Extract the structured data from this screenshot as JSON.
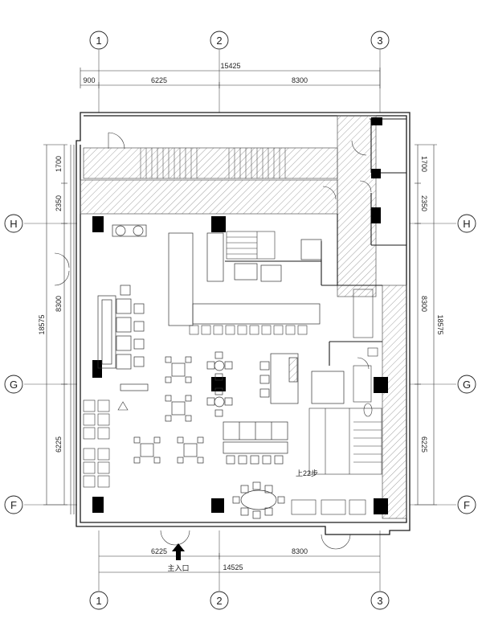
{
  "axes": {
    "vertical": [
      "1",
      "2",
      "3"
    ],
    "horizontal": [
      "H",
      "G",
      "F"
    ]
  },
  "dimensions": {
    "top_total": "15425",
    "top_a": "900",
    "top_b": "6225",
    "top_c": "8300",
    "bottom_total": "14525",
    "bottom_a": "6225",
    "bottom_b": "8300",
    "left_total": "18575",
    "left_a": "1700",
    "left_b": "2350",
    "left_c": "8300",
    "left_d": "6225",
    "right_total": "18575",
    "right_a": "1700",
    "right_b": "2350",
    "right_c": "8300",
    "right_d": "6225"
  },
  "labels": {
    "entrance": "主入口",
    "stair_up": "上22步"
  },
  "colors": {
    "line": "#1a1a1a",
    "hatch": "#8a8a8a",
    "column": "#000000"
  }
}
